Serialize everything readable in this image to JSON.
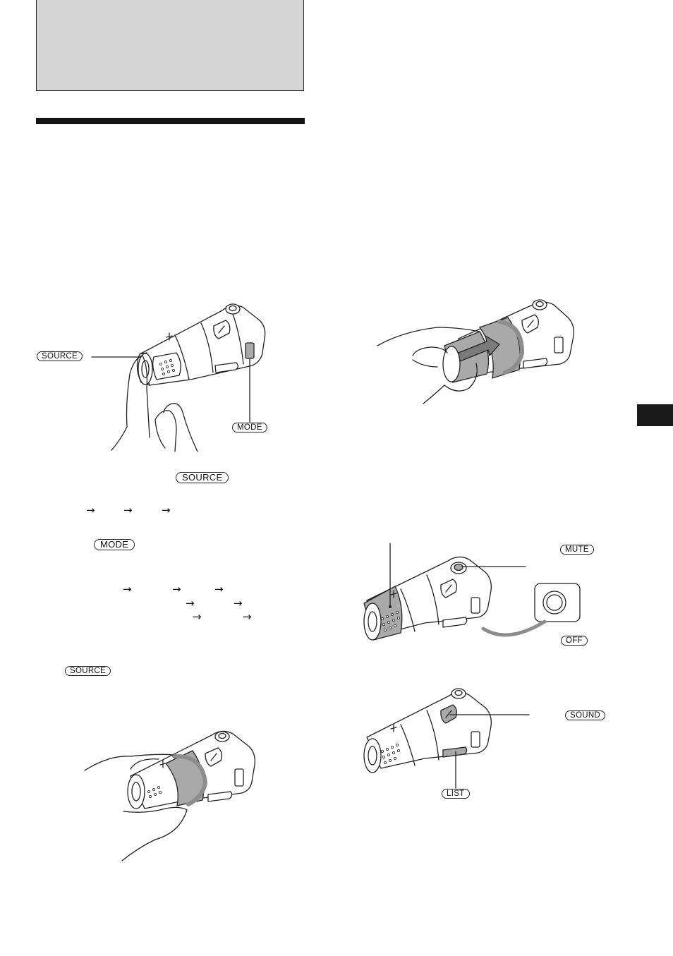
{
  "labels": {
    "source": "SOURCE",
    "mode": "MODE",
    "mute": "MUTE",
    "off": "OFF",
    "sound": "SOUND",
    "list": "LIST"
  },
  "arrow_glyph": "→",
  "colors": {
    "header_box": "#d4d4d4",
    "rule": "#151515",
    "side_tab": "#1a1a1a",
    "highlight": "#a9a9a9"
  }
}
